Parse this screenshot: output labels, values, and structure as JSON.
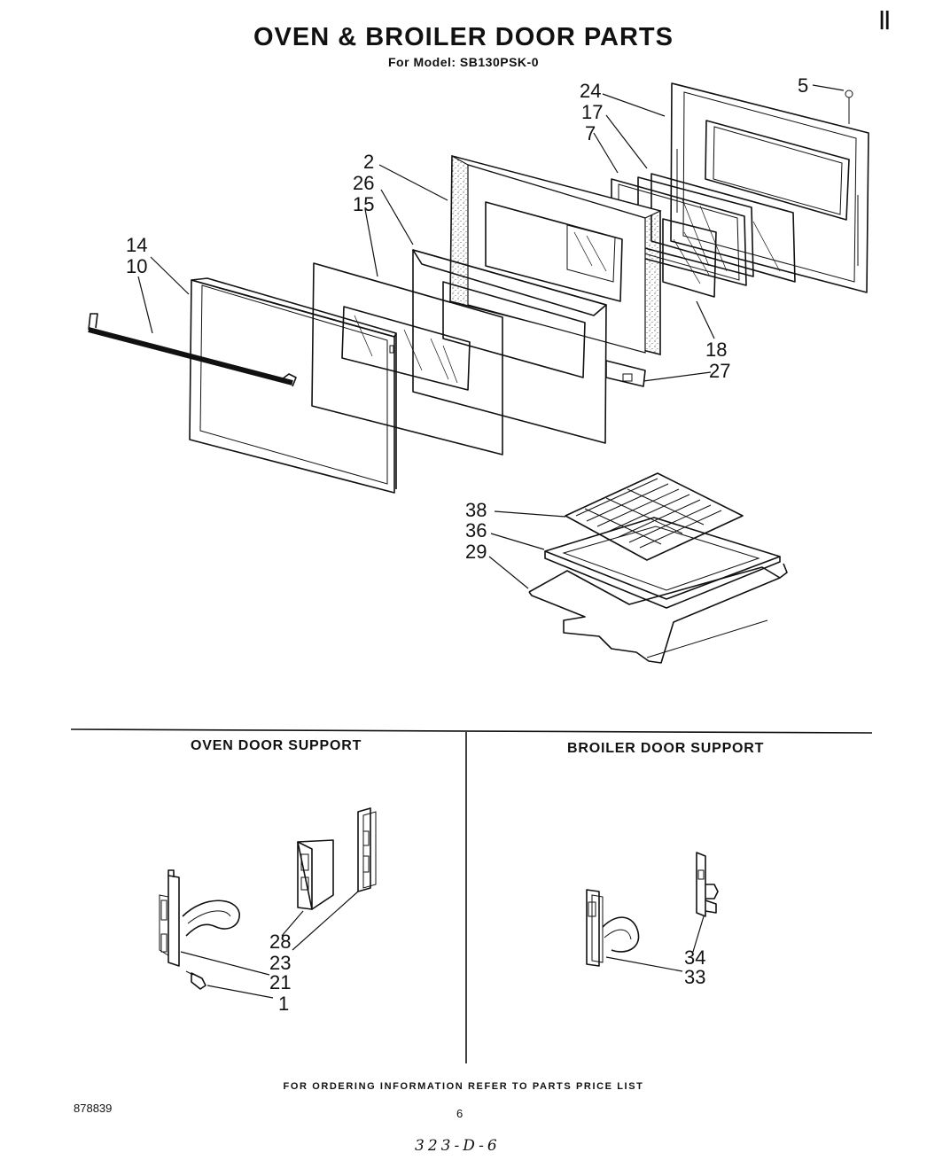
{
  "header": {
    "title": "OVEN & BROILER DOOR PARTS",
    "subtitle": "For Model: SB130PSK-0",
    "corner_mark": "||"
  },
  "sections": {
    "oven_support": "OVEN DOOR SUPPORT",
    "broiler_support": "BROILER DOOR SUPPORT"
  },
  "footer": {
    "ordering_note": "FOR ORDERING INFORMATION REFER TO PARTS PRICE LIST",
    "doc_number": "878839",
    "page_number": "6",
    "handwritten": "323-D-6"
  },
  "callouts": {
    "p5": "5",
    "p24": "24",
    "p17": "17",
    "p7": "7",
    "p2": "2",
    "p26": "26",
    "p15": "15",
    "p14": "14",
    "p10": "10",
    "p18": "18",
    "p27": "27",
    "p38": "38",
    "p36": "36",
    "p29": "29",
    "p28": "28",
    "p23": "23",
    "p21": "21",
    "p1": "1",
    "p34": "34",
    "p33": "33"
  }
}
